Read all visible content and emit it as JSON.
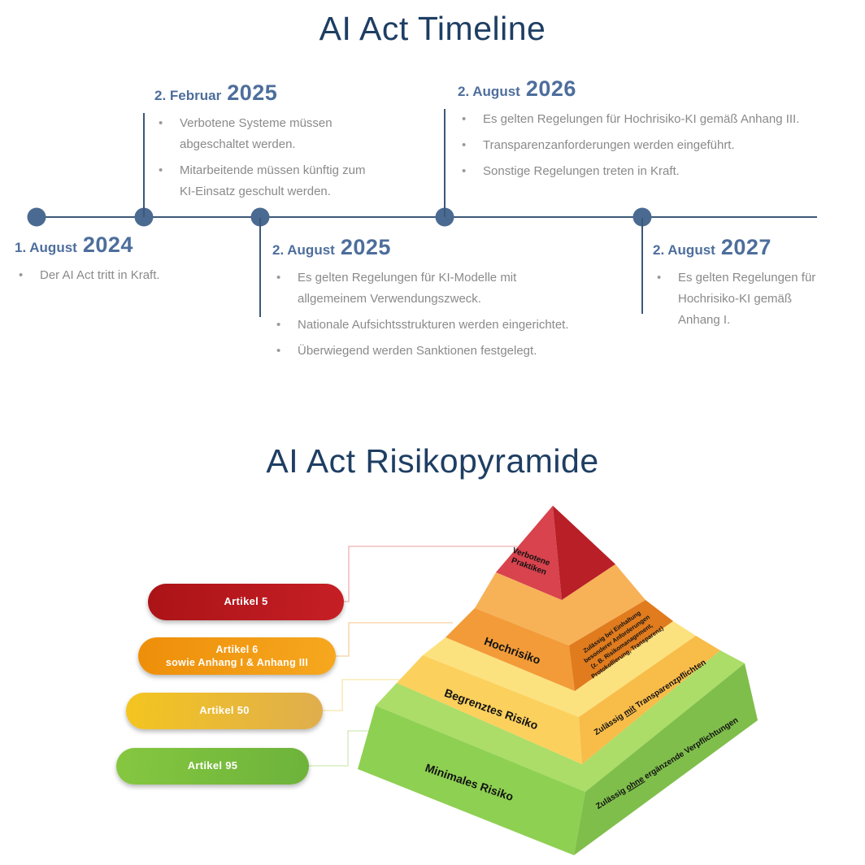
{
  "timeline": {
    "title": "AI Act Timeline",
    "bullet_marker": "•",
    "entries": [
      {
        "date": "1. August",
        "year": "2024",
        "bullets": [
          "Der AI Act tritt in Kraft."
        ]
      },
      {
        "date": "2. Februar",
        "year": "2025",
        "bullets": [
          "Verbotene Systeme müssen abgeschaltet werden.",
          "Mitarbeitende müssen künftig zum KI-Einsatz geschult werden."
        ]
      },
      {
        "date": "2. August",
        "year": "2025",
        "bullets": [
          "Es gelten Regelungen für KI-Modelle mit allgemeinem Verwendungszweck.",
          "Nationale Aufsichtsstrukturen werden eingerichtet.",
          "Überwiegend werden Sanktionen festgelegt."
        ]
      },
      {
        "date": "2. August",
        "year": "2026",
        "bullets": [
          "Es gelten Regelungen für Hochrisiko-KI gemäß Anhang III.",
          "Transparenzanforderungen werden eingeführt.",
          "Sonstige Regelungen treten in Kraft."
        ]
      },
      {
        "date": "2. August",
        "year": "2027",
        "bullets": [
          "Es gelten Regelungen für Hochrisiko-KI gemäß Anhang I."
        ]
      }
    ],
    "colors": {
      "axis": "#3c5878",
      "dot": "#4b6a92",
      "header_text": "#4d6e9c",
      "bullet_text": "#8a8a8a",
      "title_text": "#1e3e63"
    }
  },
  "pyramid": {
    "title": "AI Act Risikopyramide",
    "levels": [
      {
        "label_line1": "Verbotene",
        "label_line2": "Praktiken",
        "pill_label": "Artikel 5",
        "colors": {
          "face_left": "#d8434e",
          "face_right": "#b81f27",
          "pill": "#b5161c",
          "connector": "#efb0b0"
        }
      },
      {
        "label": "Hochrisiko",
        "pill_label_line1": "Artikel 6",
        "pill_label_line2": "sowie Anhang I & Anhang III",
        "right_label_line1": "Zulässig bei Einhaltung",
        "right_label_line2": "besonderer Anforderungen",
        "right_label_line3": "(z. B. Risikomanagement,",
        "right_label_line4": "Protokollierung, Transparenz)",
        "colors": {
          "band": "#f7b257",
          "face_left": "#f29b38",
          "face_right": "#e07b1e",
          "pill": "#f0940d",
          "connector": "#f8d0a0"
        }
      },
      {
        "label": "Begrenztes Risiko",
        "pill_label": "Artikel 50",
        "right_label_pre": "Zulässig ",
        "right_label_underlined": "mit",
        "right_label_post": " Transparenzpflichten",
        "colors": {
          "band": "#fce27e",
          "face_left": "#fbd05c",
          "face_right": "#f8bc49",
          "pill": "#eec23a",
          "connector": "#f7e5ab"
        }
      },
      {
        "label": "Minimales Risiko",
        "pill_label": "Artikel 95",
        "right_label_pre": "Zulässig ",
        "right_label_underlined": "ohne",
        "right_label_post": " ergänzende Verpflichtungen",
        "colors": {
          "band": "#abdd68",
          "face_left": "#8ed052",
          "face_right": "#7fbe4b",
          "pill": "#7cc143",
          "connector": "#cfe9b4"
        }
      }
    ]
  }
}
